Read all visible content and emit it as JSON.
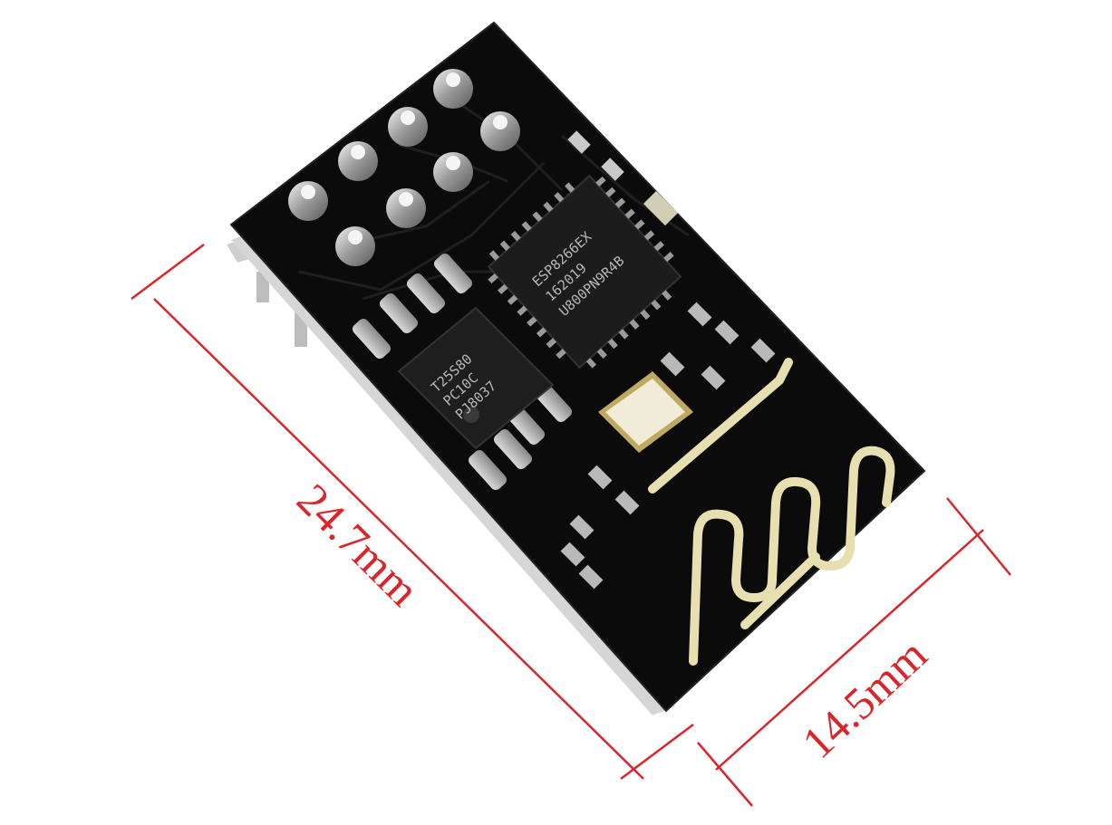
{
  "photo": {
    "subject": "ESP8266 ESP-01 WiFi module",
    "dimensions": {
      "length": "24.7mm",
      "width": "14.5mm"
    },
    "chips": {
      "mcu_lines": [
        "ESP8266EX",
        "162019",
        "U800PN9R4B"
      ],
      "flash_lines": [
        "T25S80",
        "PC10C",
        "PJ8037"
      ]
    },
    "colors": {
      "board": "#0b0b0b",
      "dimension_lines": "#d9262b",
      "antenna": "#e8dfb0",
      "chip": "#1c1c1c"
    }
  }
}
